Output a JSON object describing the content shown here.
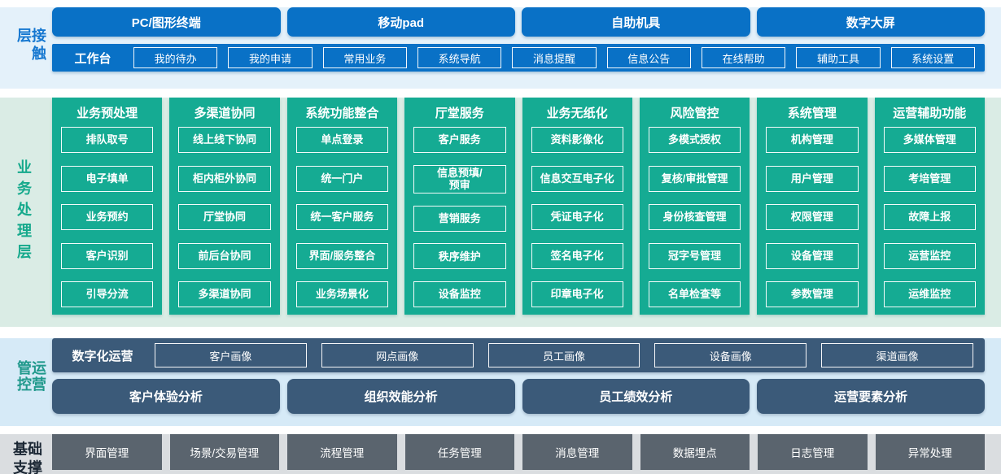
{
  "colors": {
    "accent_blue": "#0971c6",
    "teal": "#15ab93",
    "slate_blue": "#3b5a79",
    "gray": "#5a646e"
  },
  "layers": {
    "contact": {
      "label": "接触层",
      "terminals": [
        "PC/图形终端",
        "移动pad",
        "自助机具",
        "数字大屏"
      ],
      "workbench_label": "工作台",
      "workbench_items": [
        "我的待办",
        "我的申请",
        "常用业务",
        "系统导航",
        "消息提醒",
        "信息公告",
        "在线帮助",
        "辅助工具",
        "系统设置"
      ]
    },
    "business": {
      "label": "业务处理层",
      "columns": [
        {
          "title": "业务预处理",
          "items": [
            "排队取号",
            "电子填单",
            "业务预约",
            "客户识别",
            "引导分流"
          ]
        },
        {
          "title": "多渠道协同",
          "items": [
            "线上线下协同",
            "柜内柜外协同",
            "厅堂协同",
            "前后台协同",
            "多渠道协同"
          ]
        },
        {
          "title": "系统功能整合",
          "items": [
            "单点登录",
            "统一门户",
            "统一客户服务",
            "界面/服务整合",
            "业务场景化"
          ]
        },
        {
          "title": "厅堂服务",
          "items": [
            "客户服务",
            "信息预填/\n预审",
            "营销服务",
            "秩序维护",
            "设备监控"
          ]
        },
        {
          "title": "业务无纸化",
          "items": [
            "资料影像化",
            "信息交互电子化",
            "凭证电子化",
            "签名电子化",
            "印章电子化"
          ]
        },
        {
          "title": "风险管控",
          "items": [
            "多模式授权",
            "复核/审批管理",
            "身份核查管理",
            "冠字号管理",
            "名单检查等"
          ]
        },
        {
          "title": "系统管理",
          "items": [
            "机构管理",
            "用户管理",
            "权限管理",
            "设备管理",
            "参数管理"
          ]
        },
        {
          "title": "运营辅助功能",
          "items": [
            "多媒体管理",
            "考培管理",
            "故障上报",
            "运营监控",
            "运维监控"
          ]
        }
      ]
    },
    "operation": {
      "label": "运营管控",
      "digital_label": "数字化运营",
      "profiles": [
        "客户画像",
        "网点画像",
        "员工画像",
        "设备画像",
        "渠道画像"
      ],
      "analyses": [
        "客户体验分析",
        "组织效能分析",
        "员工绩效分析",
        "运营要素分析"
      ]
    },
    "foundation": {
      "label": "基础支撑",
      "items": [
        "界面管理",
        "场景/交易管理",
        "流程管理",
        "任务管理",
        "消息管理",
        "数据埋点",
        "日志管理",
        "异常处理"
      ]
    }
  }
}
